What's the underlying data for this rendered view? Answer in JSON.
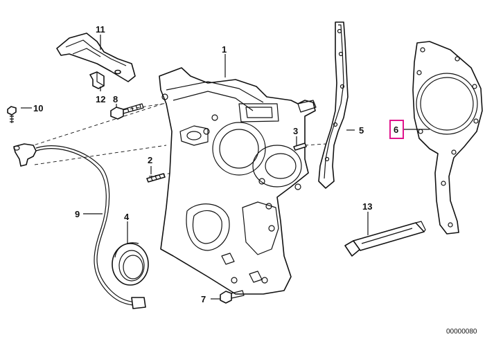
{
  "callouts": {
    "c1": "1",
    "c2": "2",
    "c3": "3",
    "c4": "4",
    "c5": "5",
    "c6": "6",
    "c7": "7",
    "c8": "8",
    "c9": "9",
    "c10": "10",
    "c11": "11",
    "c12": "12",
    "c13": "13"
  },
  "highlighted_callout": "6",
  "highlight_color": "#e0138c",
  "diagram_code": "00000080"
}
